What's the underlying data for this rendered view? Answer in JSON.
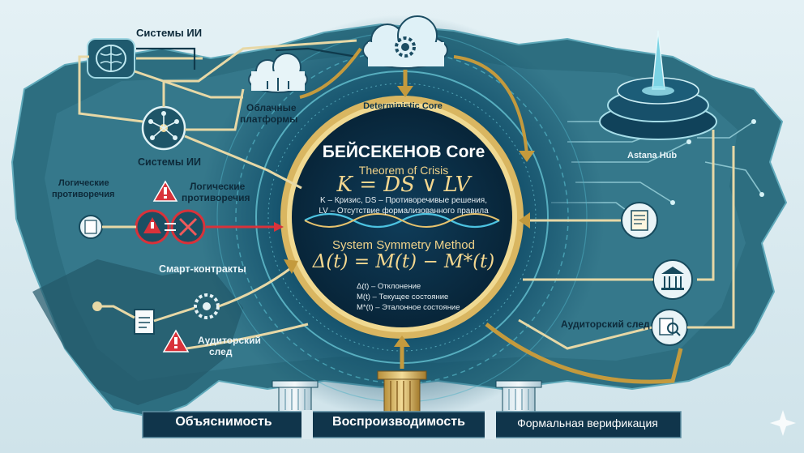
{
  "labels": {
    "ai_systems_top": "Системы ИИ",
    "cloud_platforms_line1": "Облачные",
    "cloud_platforms_line2": "платформы",
    "deterministic_core": "Deterministic Core",
    "ai_systems_mid": "Системы ИИ",
    "logic_left_line1": "Логические",
    "logic_left_line2": "противоречия",
    "logic_right_line1": "Логические",
    "logic_right_line2": "противоречия",
    "smart_contracts": "Смарт-контракты",
    "audit_left_line1": "Аудиторский",
    "audit_left_line2": "след",
    "audit_right": "Аудиторский след",
    "astana_hub": "Astana Hub"
  },
  "core": {
    "title": "БЕЙСЕКЕНОВ Core",
    "theorem_title": "Theorem of Crisis",
    "theorem_formula": "K = DS ∨ LV",
    "theorem_note_line1": "K – Кризис, DS – Противоречивые решения,",
    "theorem_note_line2": "LV – Отсутствие формализованного правила",
    "method_title": "System Symmetry Method",
    "method_formula": "Δ(t) = M(t) − M*(t)",
    "legend": [
      "Δ(t) – Отклонение",
      "M(t) – Текущее состояние",
      "M*(t) – Эталонное состояние"
    ]
  },
  "pillars": {
    "left": "Объяснимость",
    "center": "Воспроизводимость",
    "right": "Формальная верификация"
  },
  "colors": {
    "core_gold": "#d9b661",
    "core_blue": "#0b2f48",
    "map_teal": "#2d6e80",
    "alert_red": "#d8323a"
  }
}
